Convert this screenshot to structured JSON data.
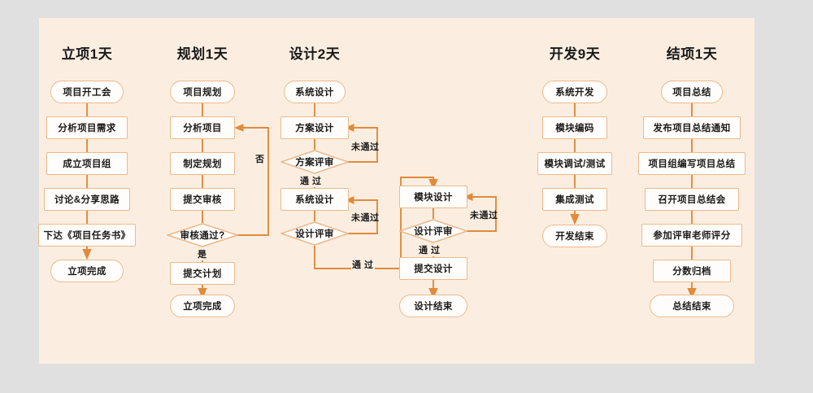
{
  "canvas": {
    "background": "#e0e0e0",
    "panel_background": "#fbeee1",
    "connector_color": "#e08a3c",
    "node_border": "#eeb98a",
    "node_fill": "#fffdfb",
    "text_color": "#1a1a1a"
  },
  "chart_data": {
    "type": "diagram",
    "subtype": "flowchart",
    "title": "项目管理流程图",
    "columns": [
      {
        "id": "col-initiation",
        "title": "立项1天",
        "nodes": [
          {
            "id": "n1-1",
            "label": "项目开工会",
            "shape": "round"
          },
          {
            "id": "n1-2",
            "label": "分析项目需求",
            "shape": "rect"
          },
          {
            "id": "n1-3",
            "label": "成立项目组",
            "shape": "rect"
          },
          {
            "id": "n1-4",
            "label": "讨论&分享思路",
            "shape": "rect"
          },
          {
            "id": "n1-5",
            "label": "下达《项目任务书》",
            "shape": "rect"
          },
          {
            "id": "n1-6",
            "label": "立项完成",
            "shape": "round"
          }
        ],
        "edges": [
          {
            "from": "n1-1",
            "to": "n1-2",
            "label": ""
          },
          {
            "from": "n1-2",
            "to": "n1-3",
            "label": ""
          },
          {
            "from": "n1-3",
            "to": "n1-4",
            "label": ""
          },
          {
            "from": "n1-4",
            "to": "n1-5",
            "label": ""
          },
          {
            "from": "n1-5",
            "to": "n1-6",
            "label": "",
            "arrow": true
          }
        ]
      },
      {
        "id": "col-planning",
        "title": "规划1天",
        "nodes": [
          {
            "id": "n2-1",
            "label": "项目规划",
            "shape": "round"
          },
          {
            "id": "n2-2",
            "label": "分析项目",
            "shape": "rect"
          },
          {
            "id": "n2-3",
            "label": "制定规划",
            "shape": "rect"
          },
          {
            "id": "n2-4",
            "label": "提交审核",
            "shape": "rect"
          },
          {
            "id": "n2-5",
            "label": "审核通过?",
            "shape": "diamond"
          },
          {
            "id": "n2-6",
            "label": "提交计划",
            "shape": "rect"
          },
          {
            "id": "n2-7",
            "label": "立项完成",
            "shape": "round"
          }
        ],
        "edges": [
          {
            "from": "n2-1",
            "to": "n2-2",
            "label": ""
          },
          {
            "from": "n2-2",
            "to": "n2-3",
            "label": ""
          },
          {
            "from": "n2-3",
            "to": "n2-4",
            "label": ""
          },
          {
            "from": "n2-4",
            "to": "n2-5",
            "label": ""
          },
          {
            "from": "n2-5",
            "to": "n2-2",
            "label": "否",
            "type": "feedback"
          },
          {
            "from": "n2-5",
            "to": "n2-6",
            "label": "是"
          },
          {
            "from": "n2-6",
            "to": "n2-7",
            "label": "",
            "arrow": true
          }
        ]
      },
      {
        "id": "col-design",
        "title": "设计2天",
        "nodes": [
          {
            "id": "n3-1",
            "label": "系统设计",
            "shape": "round"
          },
          {
            "id": "n3-2",
            "label": "方案设计",
            "shape": "rect"
          },
          {
            "id": "n3-3",
            "label": "方案评审",
            "shape": "diamond"
          },
          {
            "id": "n3-4",
            "label": "系统设计",
            "shape": "rect"
          },
          {
            "id": "n3-5",
            "label": "设计评审",
            "shape": "diamond"
          },
          {
            "id": "n4-1",
            "label": "模块设计",
            "shape": "rect"
          },
          {
            "id": "n4-2",
            "label": "设计评审",
            "shape": "diamond"
          },
          {
            "id": "n4-3",
            "label": "提交设计",
            "shape": "rect"
          },
          {
            "id": "n4-4",
            "label": "设计结束",
            "shape": "round"
          }
        ],
        "edges": [
          {
            "from": "n3-1",
            "to": "n3-2",
            "label": ""
          },
          {
            "from": "n3-2",
            "to": "n3-3",
            "label": ""
          },
          {
            "from": "n3-3",
            "to": "n3-2",
            "label": "未通过",
            "type": "feedback"
          },
          {
            "from": "n3-3",
            "to": "n3-4",
            "label": "通 过"
          },
          {
            "from": "n3-4",
            "to": "n3-5",
            "label": ""
          },
          {
            "from": "n3-5",
            "to": "n3-4",
            "label": "未通过",
            "type": "feedback"
          },
          {
            "from": "n3-5",
            "to": "n4-1",
            "label": "通 过",
            "type": "cross"
          },
          {
            "from": "n4-1",
            "to": "n4-2",
            "label": ""
          },
          {
            "from": "n4-2",
            "to": "n4-1",
            "label": "未通过",
            "type": "feedback"
          },
          {
            "from": "n4-2",
            "to": "n4-3",
            "label": "通 过"
          },
          {
            "from": "n4-3",
            "to": "n4-4",
            "label": "",
            "arrow": true
          }
        ]
      },
      {
        "id": "col-development",
        "title": "开发9天",
        "nodes": [
          {
            "id": "n5-1",
            "label": "系统开发",
            "shape": "round"
          },
          {
            "id": "n5-2",
            "label": "模块编码",
            "shape": "rect"
          },
          {
            "id": "n5-3",
            "label": "模块调试/测试",
            "shape": "rect"
          },
          {
            "id": "n5-4",
            "label": "集成测试",
            "shape": "rect"
          },
          {
            "id": "n5-5",
            "label": "开发结束",
            "shape": "round"
          }
        ],
        "edges": [
          {
            "from": "n5-1",
            "to": "n5-2",
            "label": ""
          },
          {
            "from": "n5-2",
            "to": "n5-3",
            "label": ""
          },
          {
            "from": "n5-3",
            "to": "n5-4",
            "label": ""
          },
          {
            "from": "n5-4",
            "to": "n5-5",
            "label": "",
            "arrow": true
          }
        ]
      },
      {
        "id": "col-closing",
        "title": "结项1天",
        "nodes": [
          {
            "id": "n6-1",
            "label": "项目总结",
            "shape": "round"
          },
          {
            "id": "n6-2",
            "label": "发布项目总结通知",
            "shape": "rect"
          },
          {
            "id": "n6-3",
            "label": "项目组编写项目总结",
            "shape": "rect"
          },
          {
            "id": "n6-4",
            "label": "召开项目总结会",
            "shape": "rect"
          },
          {
            "id": "n6-5",
            "label": "参加评审老师评分",
            "shape": "rect"
          },
          {
            "id": "n6-6",
            "label": "分数归档",
            "shape": "rect"
          },
          {
            "id": "n6-7",
            "label": "总结结束",
            "shape": "round"
          }
        ],
        "edges": [
          {
            "from": "n6-1",
            "to": "n6-2",
            "label": ""
          },
          {
            "from": "n6-2",
            "to": "n6-3",
            "label": ""
          },
          {
            "from": "n6-3",
            "to": "n6-4",
            "label": ""
          },
          {
            "from": "n6-4",
            "to": "n6-5",
            "label": ""
          },
          {
            "from": "n6-5",
            "to": "n6-6",
            "label": ""
          },
          {
            "from": "n6-6",
            "to": "n6-7",
            "label": "",
            "arrow": true
          }
        ]
      }
    ]
  },
  "titles": {
    "c1": "立项1天",
    "c2": "规划1天",
    "c3": "设计2天",
    "c5": "开发9天",
    "c6": "结项1天"
  },
  "col1": {
    "n1": "项目开工会",
    "n2": "分析项目需求",
    "n3": "成立项目组",
    "n4": "讨论&分享思路",
    "n5": "下达《项目任务书》",
    "n6": "立项完成"
  },
  "col2": {
    "n1": "项目规划",
    "n2": "分析项目",
    "n3": "制定规划",
    "n4": "提交审核",
    "n5": "审核通过?",
    "n6": "提交计划",
    "n7": "立项完成",
    "label_no": "否",
    "label_yes": "是"
  },
  "col3": {
    "n1": "系统设计",
    "n2": "方案设计",
    "n3": "方案评审",
    "n4": "系统设计",
    "n5": "设计评审",
    "label_fail1": "未通过",
    "label_pass1": "通 过",
    "label_fail2": "未通过",
    "label_pass2": "通 过"
  },
  "col4": {
    "n1": "模块设计",
    "n2": "设计评审",
    "n3": "提交设计",
    "n4": "设计结束",
    "label_fail": "未通过",
    "label_pass": "通 过"
  },
  "col5": {
    "n1": "系统开发",
    "n2": "模块编码",
    "n3": "模块调试/测试",
    "n4": "集成测试",
    "n5": "开发结束"
  },
  "col6": {
    "n1": "项目总结",
    "n2": "发布项目总结通知",
    "n3": "项目组编写项目总结",
    "n4": "召开项目总结会",
    "n5": "参加评审老师评分",
    "n6": "分数归档",
    "n7": "总结结束"
  }
}
